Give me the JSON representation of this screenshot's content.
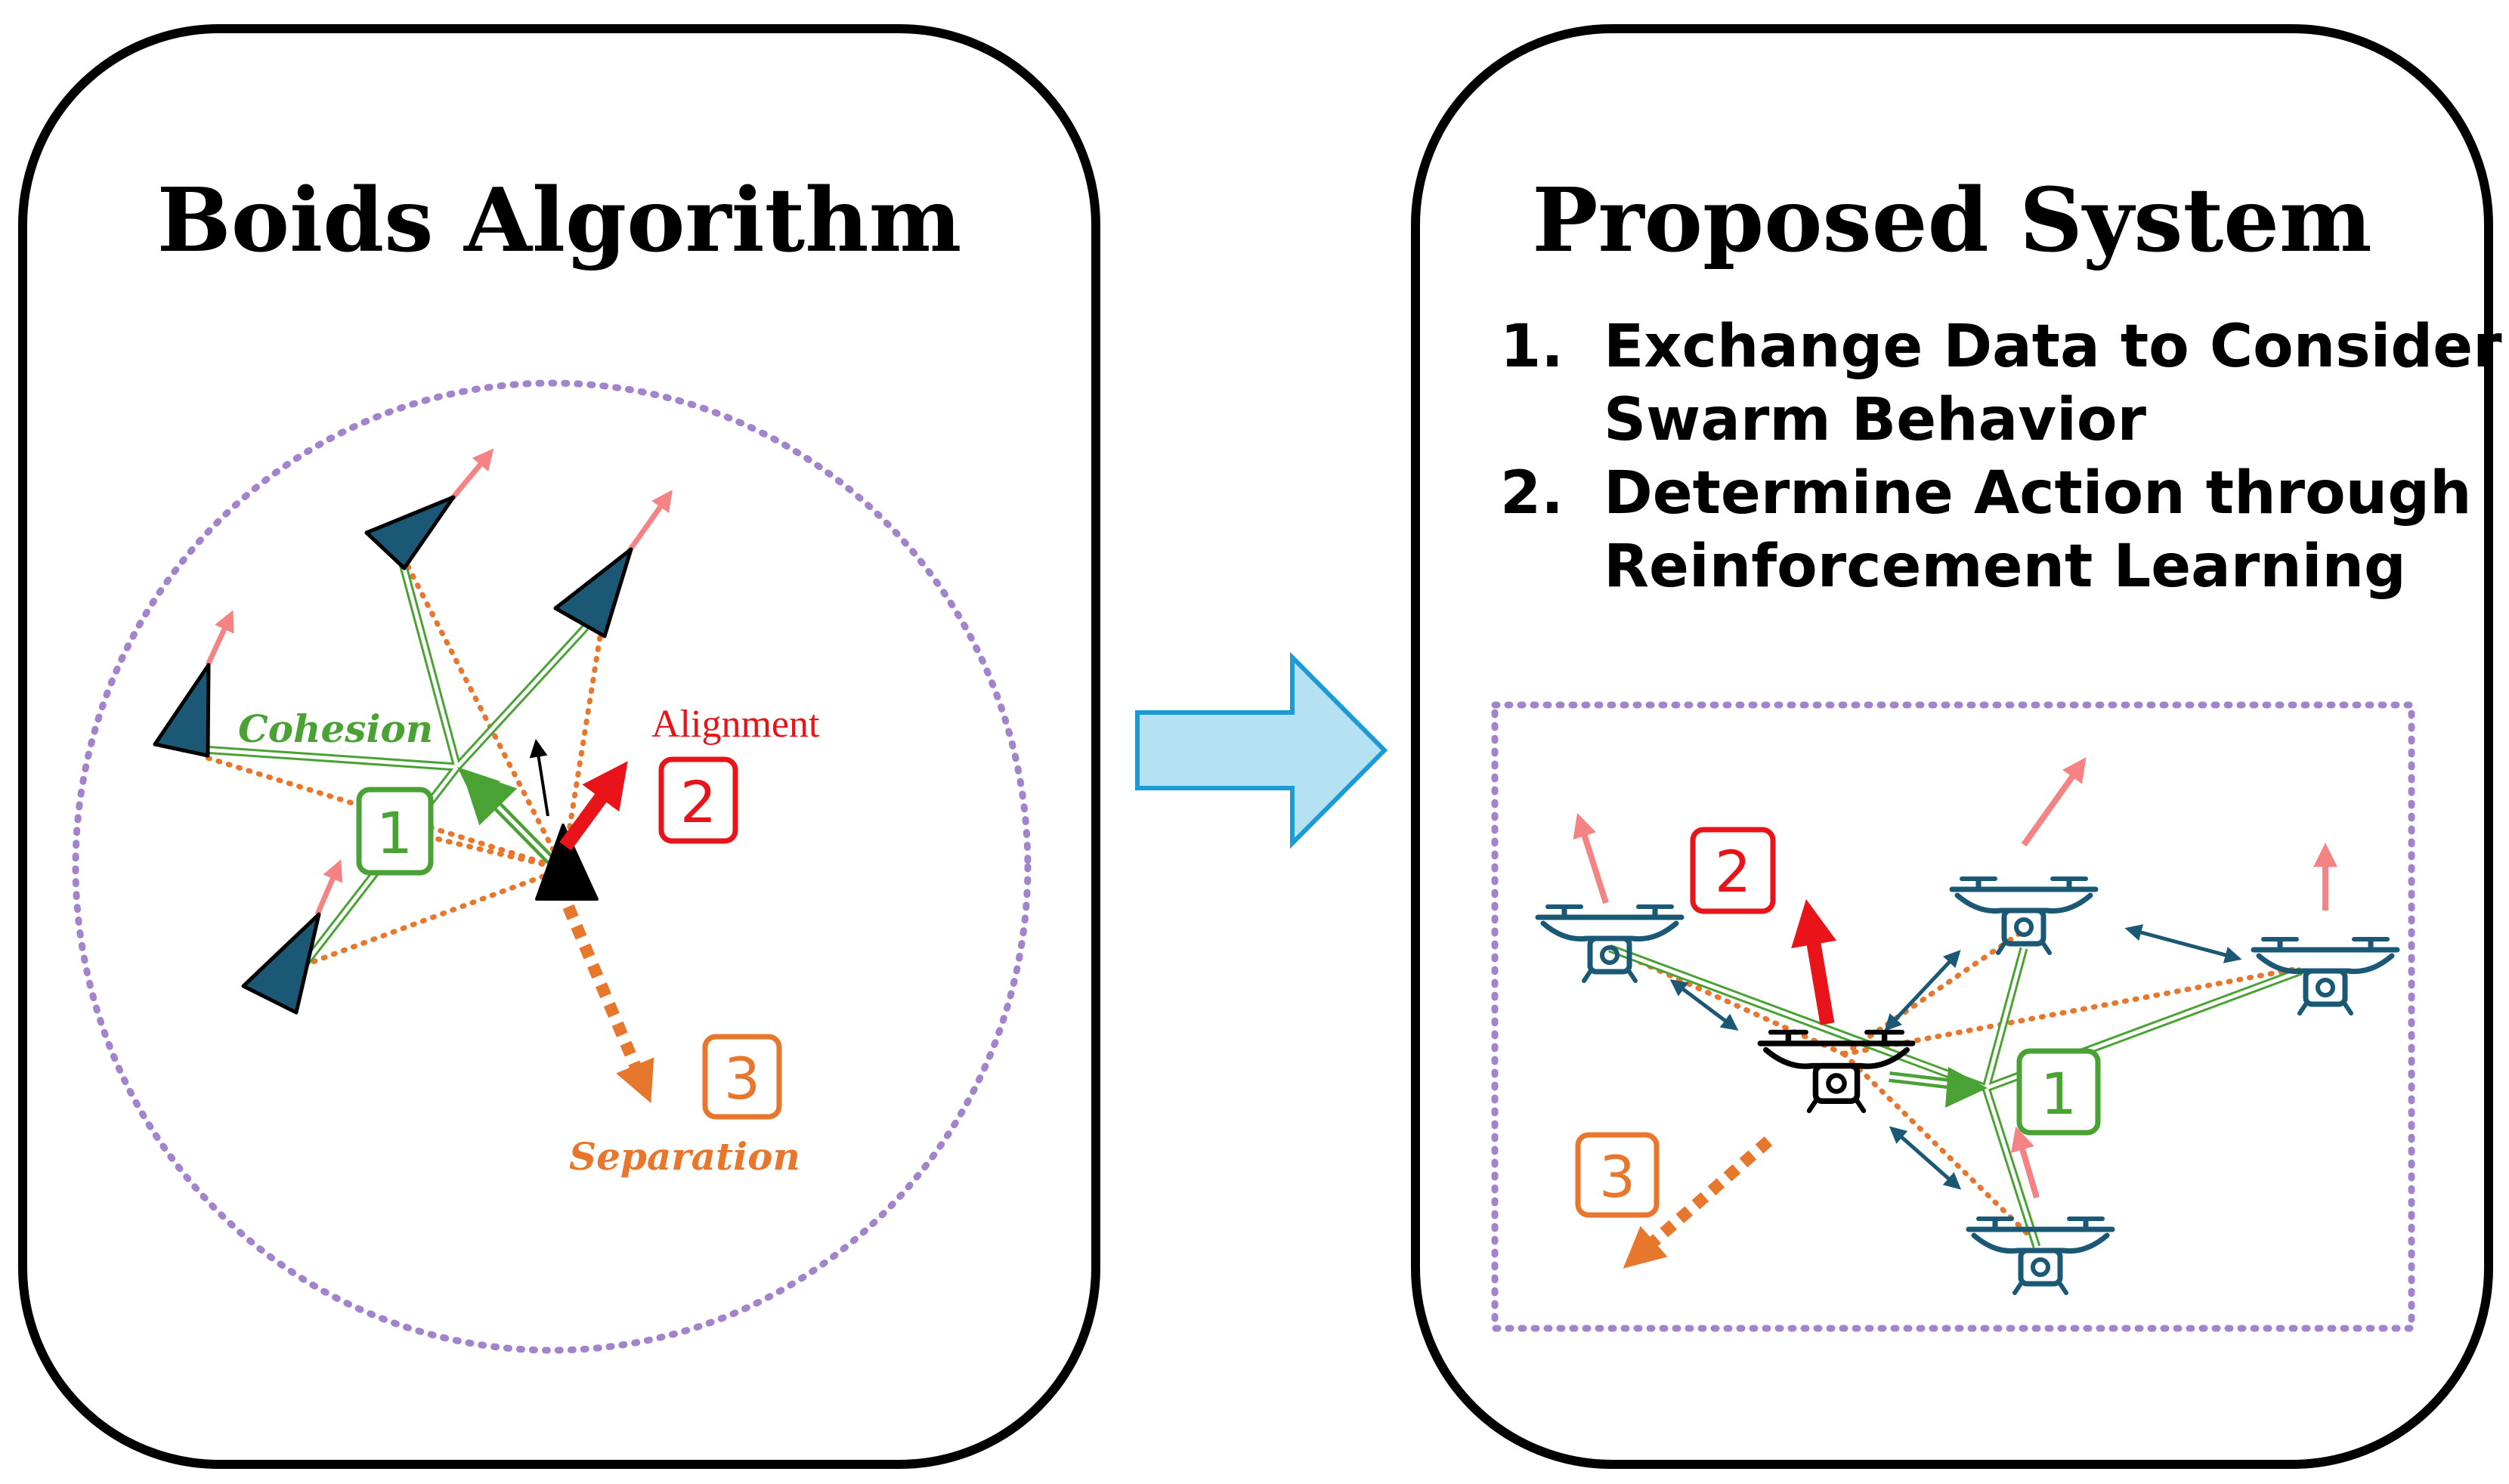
{
  "left_panel": {
    "title": "Boids Algorithm",
    "labels": {
      "cohesion": "Cohesion",
      "alignment": "Alignment",
      "separation": "Separation"
    },
    "badges": {
      "one": "1",
      "two": "2",
      "three": "3"
    }
  },
  "right_panel": {
    "title": "Proposed System",
    "list": [
      {
        "num": "1.",
        "line1": "Exchange Data to Consider",
        "line2": "Swarm Behavior"
      },
      {
        "num": "2.",
        "line1": "Determine Action through",
        "line2": "Reinforcement Learning"
      }
    ],
    "badges": {
      "one": "1",
      "two": "2",
      "three": "3"
    }
  },
  "icons": [
    "boid-triangle-icon",
    "drone-icon",
    "right-arrow-icon"
  ],
  "colors": {
    "cohesion": "#4aa235",
    "alignment": "#e8141a",
    "separation": "#e8772e",
    "boid": "#1a5876",
    "heading": "#f58383",
    "boundary": "#a384cc",
    "arrow_fill": "#b4e2f2",
    "arrow_stroke": "#1b9ad6",
    "exchange": "#1a5876"
  }
}
